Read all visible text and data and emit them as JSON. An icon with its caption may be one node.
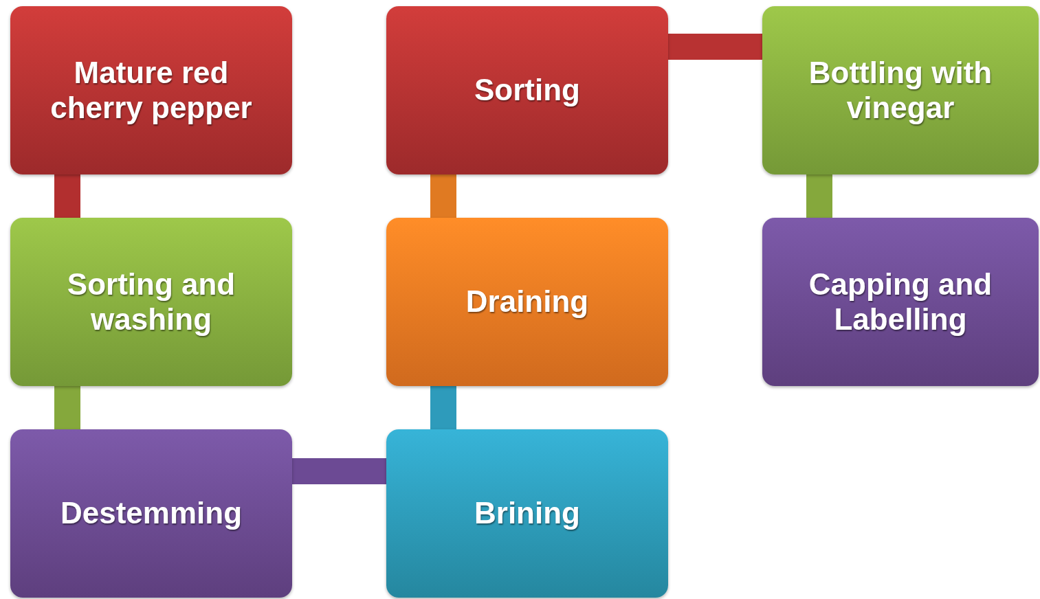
{
  "diagram": {
    "nodes": [
      {
        "text": [
          "Mature red cherry pepper"
        ]
      },
      {
        "text": [
          "Sorting and washing"
        ]
      },
      {
        "text": [
          "Destemming"
        ]
      },
      {
        "text": [
          "Brining"
        ]
      },
      {
        "text": [
          "Draining"
        ]
      },
      {
        "text": [
          "Sorting"
        ]
      },
      {
        "text": [
          "Bottling with vinegar"
        ]
      },
      {
        "text": [
          "Capping and Labelling"
        ]
      }
    ],
    "edges": [
      {
        "from": 0,
        "to": 1,
        "arrow": "none",
        "color": "#b22f2f"
      },
      {
        "from": 1,
        "to": 2,
        "arrow": "none",
        "color": "#85a83c"
      },
      {
        "from": 2,
        "to": 3,
        "arrow": "none",
        "color": "#6c4a94"
      },
      {
        "from": 3,
        "to": 4,
        "arrow": "none",
        "color": "#2e9bbb"
      },
      {
        "from": 4,
        "to": 5,
        "arrow": "none",
        "color": "#e07a22"
      },
      {
        "from": 5,
        "to": 6,
        "arrow": "none",
        "color": "#b83232"
      },
      {
        "from": 6,
        "to": 7,
        "arrow": "none",
        "color": "#85a83c"
      }
    ]
  }
}
